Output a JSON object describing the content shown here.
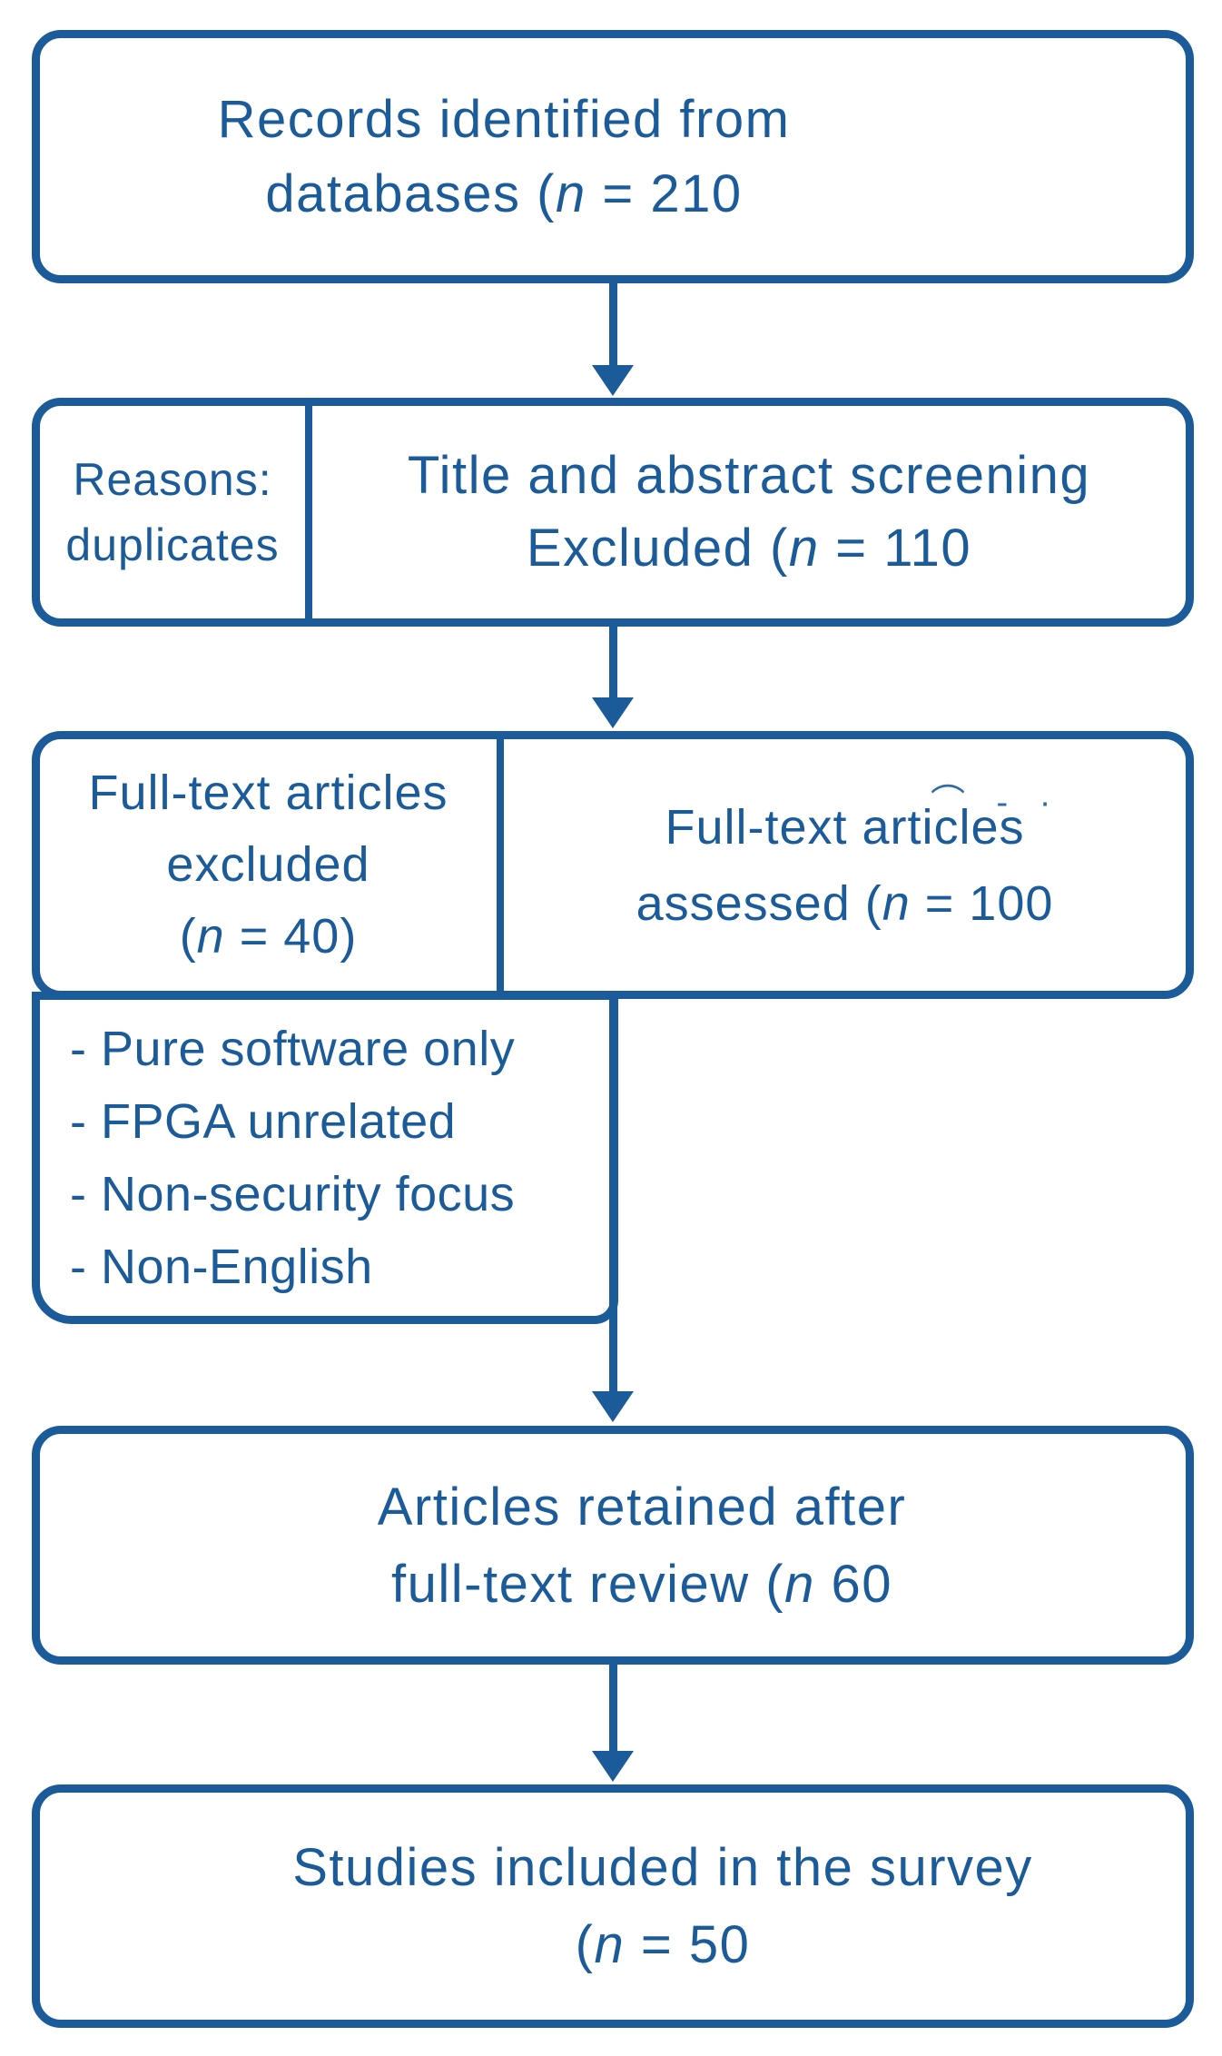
{
  "colors": {
    "accent": "#1b5b9a",
    "background": "#ffffff"
  },
  "flow": {
    "records_box": {
      "line1": "Records identified from",
      "line2": {
        "pre": "databases (",
        "var": "n",
        "post": " = 210"
      }
    },
    "screening_row": {
      "side_label": {
        "line1": "Reasons:",
        "line2": "duplicates"
      },
      "main": {
        "line1": "Title and abstract screening",
        "line2": {
          "pre": "Excluded (",
          "var": "n",
          "post": " = 110"
        }
      }
    },
    "fulltext_row": {
      "excluded": {
        "line1": "Full-text articles",
        "line2": "excluded",
        "line3": {
          "pre": "(",
          "var": "n",
          "post": " = 40)"
        }
      },
      "assessed": {
        "line1": "Full-text articles",
        "artifact": "⌒ - ·",
        "line2": {
          "pre": "assessed (",
          "var": "n",
          "post": " = 100"
        }
      }
    },
    "exclusion_reasons": {
      "items": [
        "- Pure software only",
        "- FPGA unrelated",
        "- Non-security focus",
        "- Non-English"
      ]
    },
    "retained_box": {
      "line1": "Articles retained after",
      "line2": {
        "pre": "full-text review (",
        "var": "n",
        "post": " 60"
      }
    },
    "included_box": {
      "line1": "Studies included in the survey",
      "line2": {
        "pre": "(",
        "var": "n",
        "post": " = 50"
      }
    }
  }
}
